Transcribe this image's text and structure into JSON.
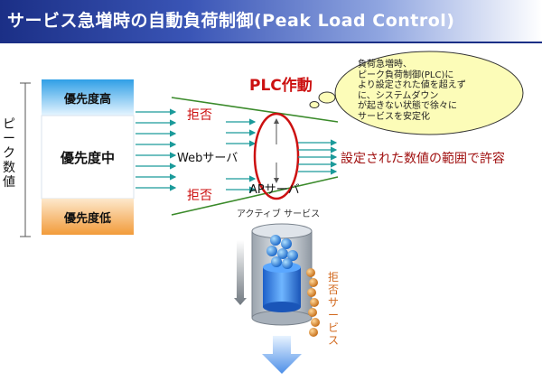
{
  "title": "サービス急増時の自動負荷制御(Peak Load Control)",
  "peak_label": "ピーク数値",
  "priority": {
    "high": "優先度高",
    "mid": "優先度中",
    "low": "優先度低"
  },
  "plc_label": "PLC作動",
  "bubble_lines": "負荷急増時、\nピーク負荷制御(PLC)に\nより設定された値を超えず\nに、システムダウン\nが起きない状態で徐々に\nサービスを安定化",
  "reject_top": "拒否",
  "reject_bottom": "拒否",
  "web_server": "Webサーバ",
  "ap_server": "APサーバ",
  "allow_label": "設定された数値の範囲で許容",
  "active_service": "アクティブ サービス",
  "rejected_service": "拒否サービス",
  "colors": {
    "title_blue": "#1b2f86",
    "band_high": "#36a6e8",
    "band_low": "#f2a243",
    "alert_red": "#cc1111",
    "arrow_teal": "#1a9a9a"
  }
}
